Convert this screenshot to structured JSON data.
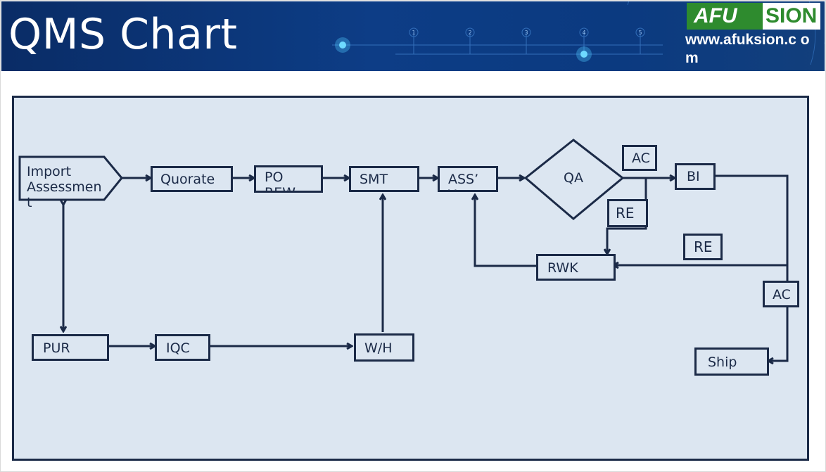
{
  "slide": {
    "title": "QMS Chart",
    "logo": {
      "left": "AFU",
      "right": "SION"
    },
    "url": "www.afuksion.c om",
    "header_steps": [
      "1",
      "2",
      "3",
      "4",
      "5"
    ]
  },
  "nodes": {
    "import": "Import Assessmen t",
    "quorate": "Quorate",
    "po": "PO REW",
    "smt": "SMT",
    "assy": "ASS’ Y",
    "qa": "QA",
    "ac_top": "AC",
    "bi": "BI",
    "re_mid": "RE",
    "re_right": "RE",
    "rwk": "RWK",
    "ac_right": "AC",
    "pur": "PUR",
    "iqc": "IQC",
    "wh": "W/H",
    "ship": "Ship"
  },
  "colors": {
    "header_bg": "#0d3d86",
    "canvas_bg": "#dce6f1",
    "stroke": "#1b2a47",
    "logo_green": "#2e8b2e"
  }
}
